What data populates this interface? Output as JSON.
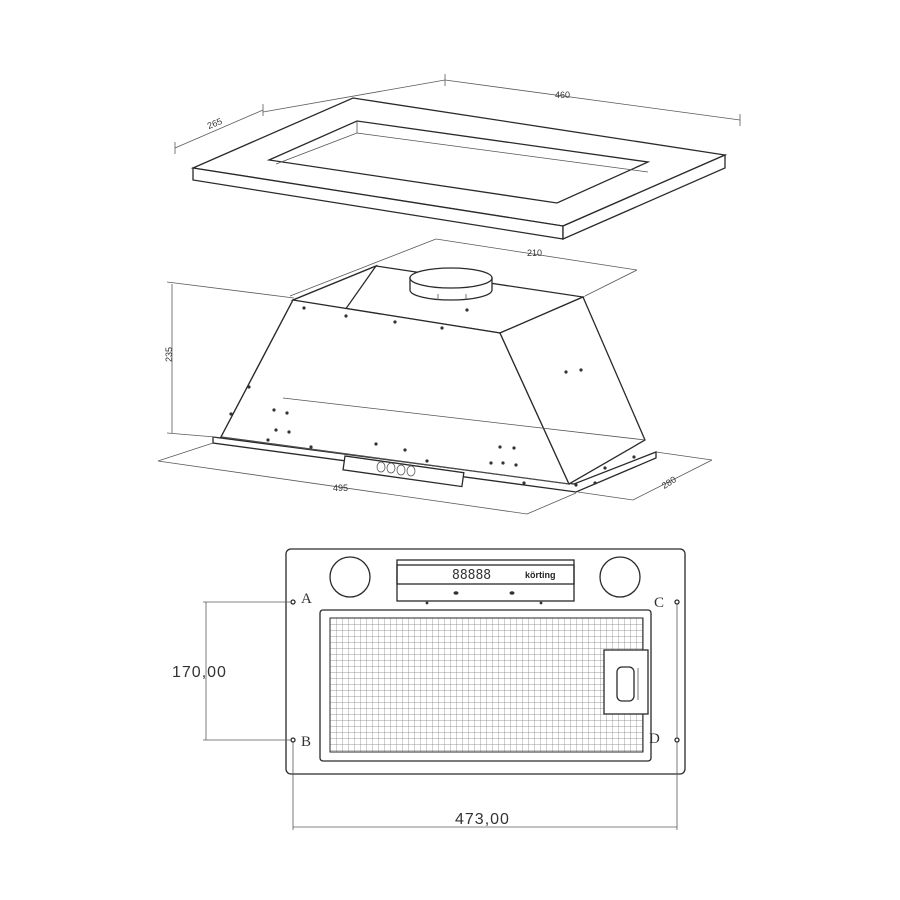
{
  "frame_view": {
    "width_dim": "460",
    "depth_dim": "265"
  },
  "hood_view": {
    "duct_dim": "210",
    "height_dim": "235",
    "width_dim": "495",
    "depth_dim": "280"
  },
  "front_view": {
    "brand": "körting",
    "display": "88888",
    "height_dim": "170,00",
    "width_dim": "473,00",
    "points": [
      "A",
      "B",
      "C",
      "D"
    ]
  },
  "colors": {
    "line": "#2a2a2a",
    "mesh": "#7a7a7a"
  }
}
